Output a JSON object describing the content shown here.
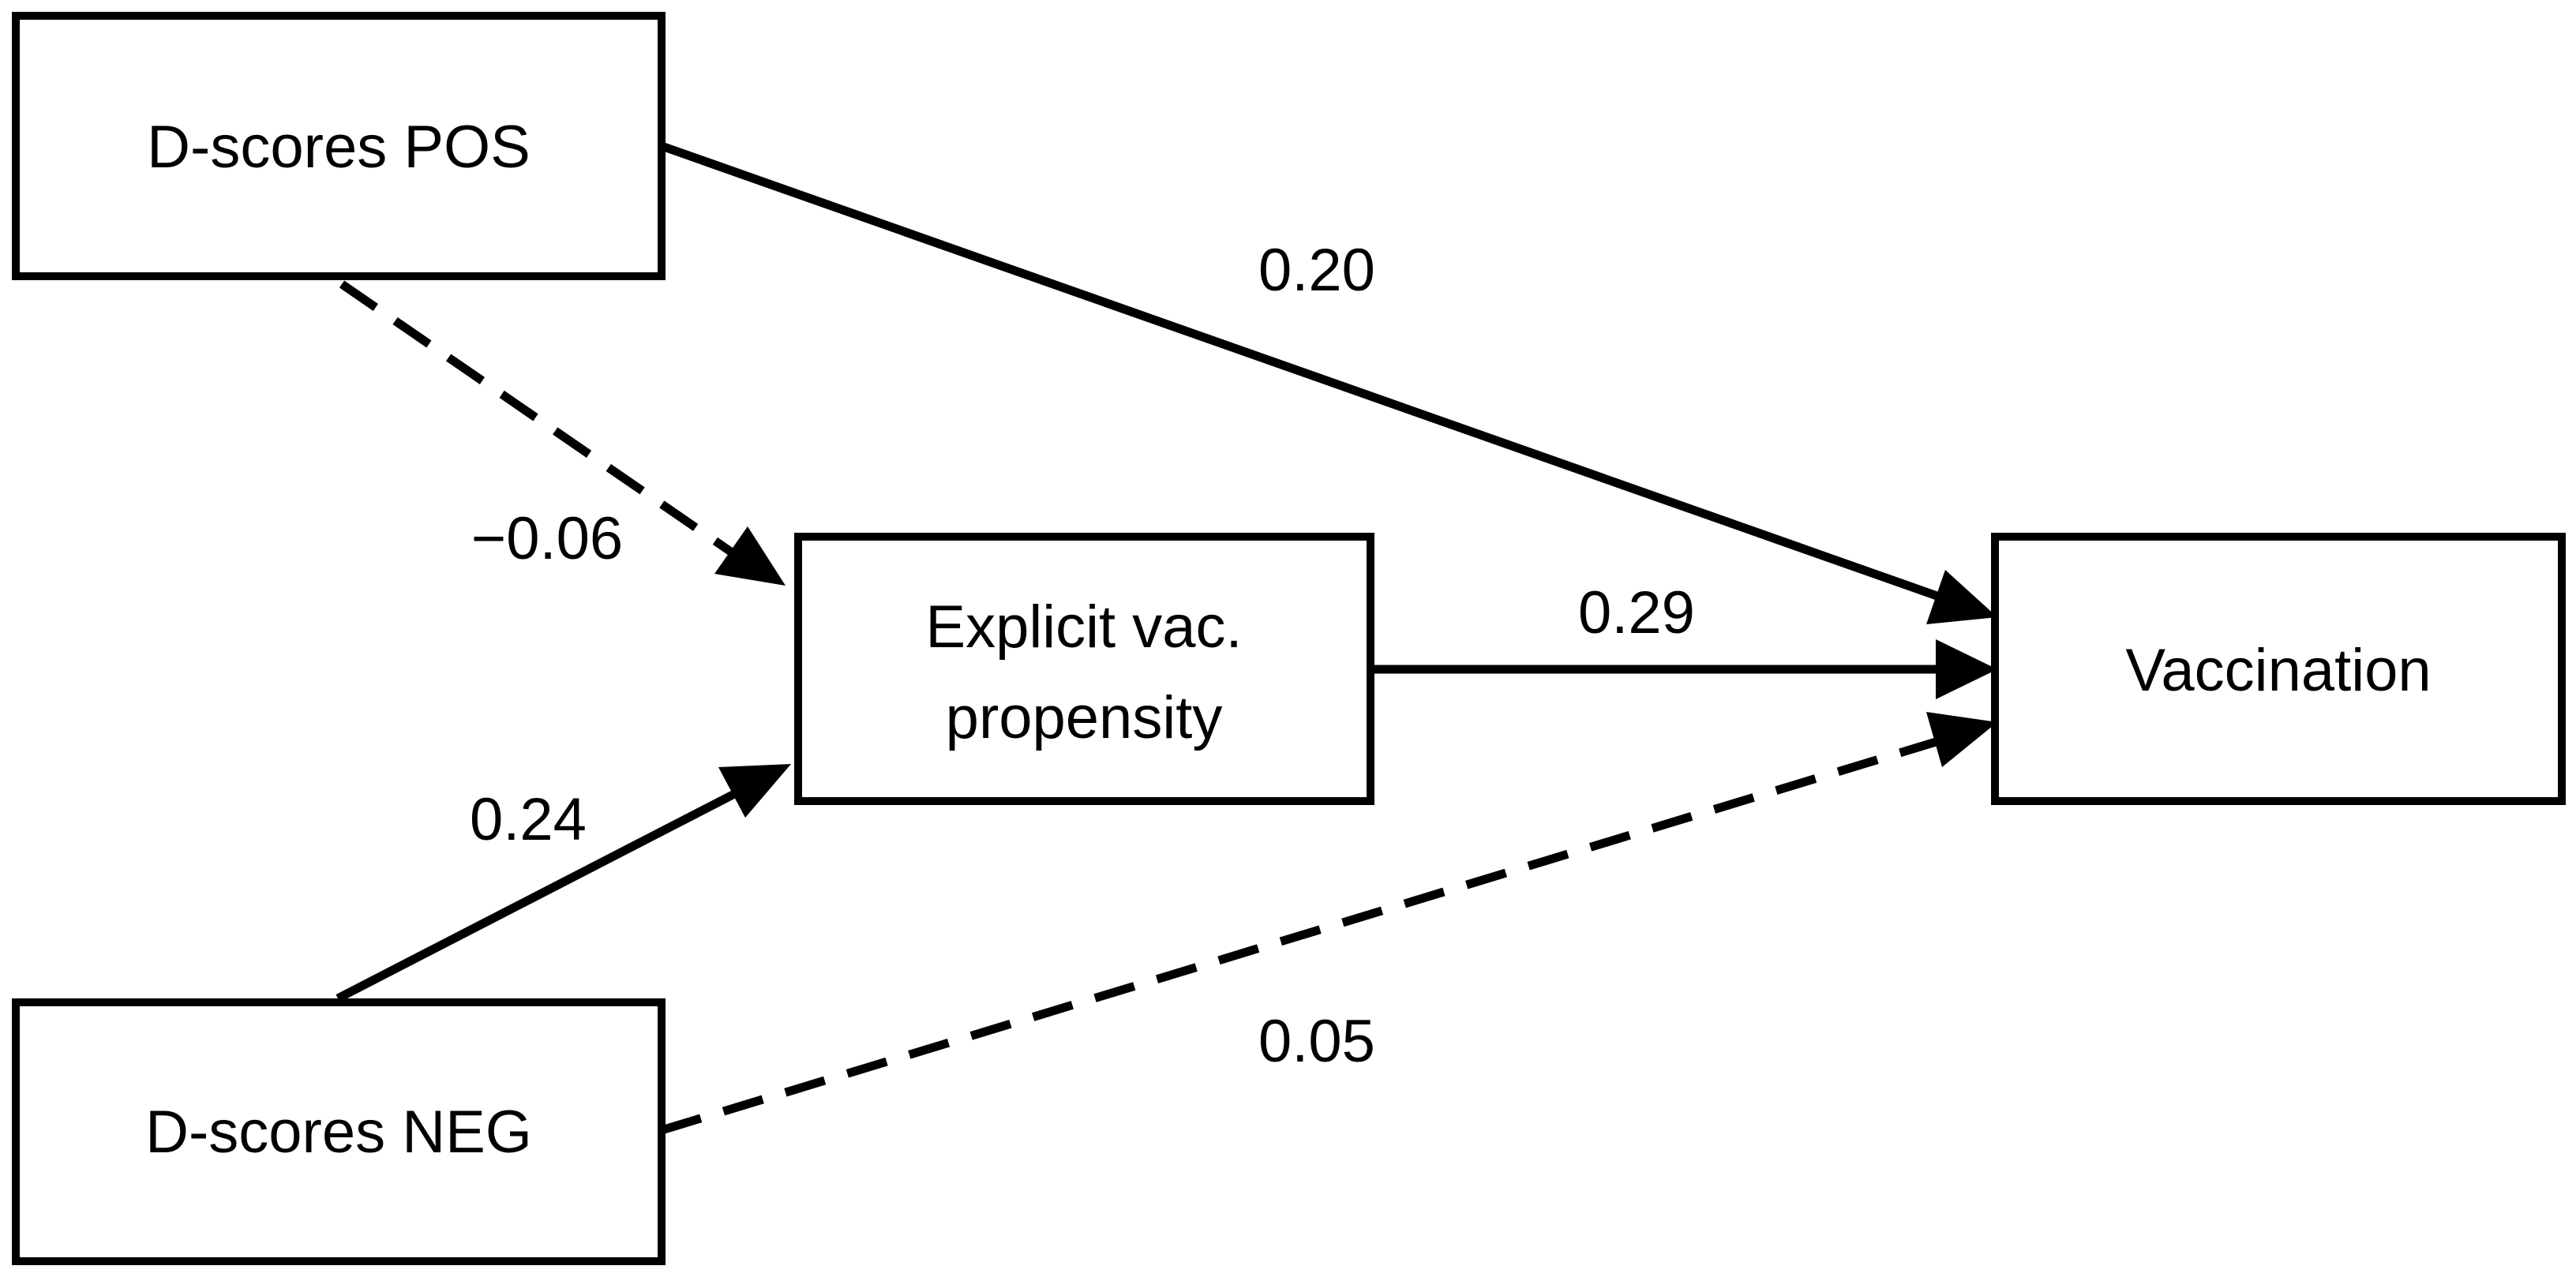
{
  "nodes": {
    "dpos": {
      "label": "D-scores POS"
    },
    "dneg": {
      "label": "D-scores NEG"
    },
    "explicit": {
      "label_line1": "Explicit vac.",
      "label_line2": "propensity"
    },
    "vaccination": {
      "label": "Vaccination"
    }
  },
  "edges": {
    "dpos_vaccination": {
      "coefficient": "0.20",
      "style": "solid"
    },
    "dpos_explicit": {
      "coefficient": "−0.06",
      "style": "dashed"
    },
    "explicit_vaccination": {
      "coefficient": "0.29",
      "style": "solid"
    },
    "dneg_explicit": {
      "coefficient": "0.24",
      "style": "solid"
    },
    "dneg_vaccination": {
      "coefficient": "0.05",
      "style": "dashed"
    }
  },
  "colors": {
    "stroke": "#000000",
    "background": "#ffffff"
  }
}
